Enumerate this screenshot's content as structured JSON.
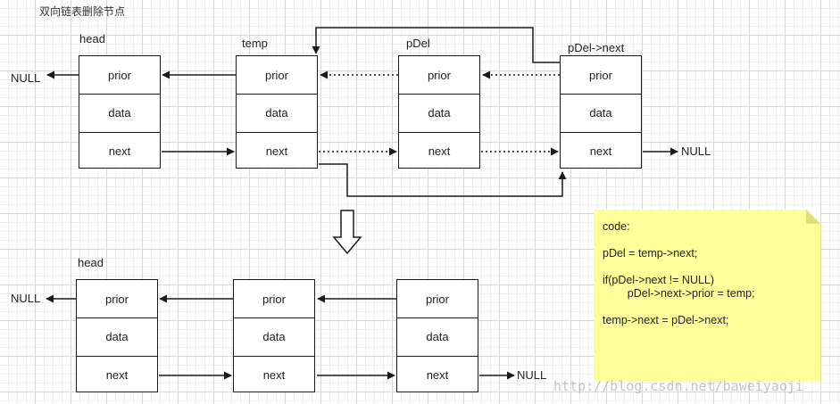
{
  "title": "双向链表删除节点",
  "top_row": {
    "labels": {
      "head": "head",
      "temp": "temp",
      "pdel": "pDel",
      "pdel_next": "pDel->next"
    },
    "nodes": [
      {
        "prior": "prior",
        "data": "data",
        "next": "next"
      },
      {
        "prior": "prior",
        "data": "data",
        "next": "next"
      },
      {
        "prior": "prior",
        "data": "data",
        "next": "next"
      },
      {
        "prior": "prior",
        "data": "data",
        "next": "next"
      }
    ],
    "null_left": "NULL",
    "null_right": "NULL"
  },
  "bottom_row": {
    "labels": {
      "head": "head"
    },
    "nodes": [
      {
        "prior": "prior",
        "data": "data",
        "next": "next"
      },
      {
        "prior": "prior",
        "data": "data",
        "next": "next"
      },
      {
        "prior": "prior",
        "data": "data",
        "next": "next"
      }
    ],
    "null_left": "NULL",
    "null_right": "NULL"
  },
  "code_note": {
    "lines": [
      "code:",
      "",
      "pDel = temp->next;",
      "",
      "if(pDel->next != NULL)",
      "        pDel->next->prior = temp;",
      "",
      "temp->next = pDel->next;"
    ]
  },
  "watermark": "http://blog.csdn.net/baweiyaoji"
}
